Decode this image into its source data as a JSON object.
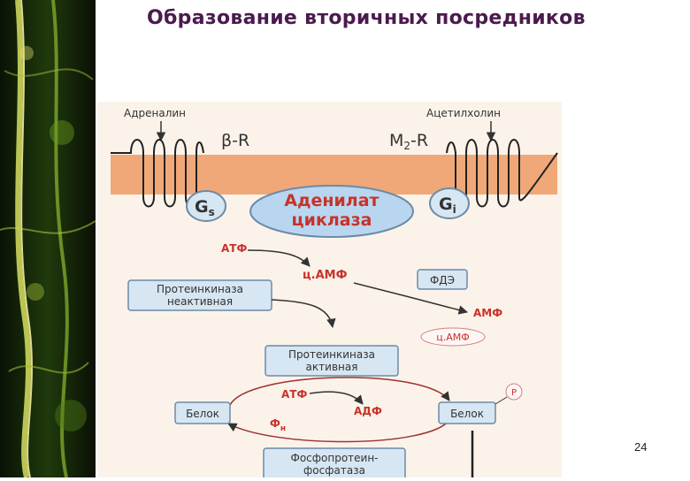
{
  "slide": {
    "title": "Образование вторичных посредников",
    "page_number": "24"
  },
  "diagram": {
    "ligand_left": "Адреналин",
    "ligand_right": "Ацетилхолин",
    "receptor_left": "β-R",
    "receptor_right_main": "M",
    "receptor_right_sub": "2",
    "receptor_right_tail": "-R",
    "g_left_main": "G",
    "g_left_sub": "s",
    "g_right_main": "G",
    "g_right_sub": "i",
    "enzyme_line1": "Аденилат",
    "enzyme_line2": "циклаза",
    "atp_top": "АТФ",
    "camp_main": "ц.АМФ",
    "pde": "ФДЭ",
    "amp": "АМФ",
    "pk_inactive_line1": "Протеинкиназа",
    "pk_inactive_line2": "неактивная",
    "camp_small": "ц.АМФ",
    "pk_active_line1": "Протеинкиназа",
    "pk_active_line2": "активная",
    "atp_cycle": "АТФ",
    "adp": "АДФ",
    "protein_left": "Белок",
    "protein_right": "Белок",
    "phosphate_badge": "P",
    "pi_main": "Ф",
    "pi_sub": "н",
    "phosphatase_line1": "Фосфопротеин-",
    "phosphatase_line2": "фосфатаза"
  },
  "colors": {
    "title": "#4b1a4f",
    "membrane": "#f0a878",
    "diagram_bg": "#fbf3ea",
    "box_fill": "#d6e6f2",
    "box_stroke": "#6c8aa8",
    "enzyme_fill": "#b8d6f0",
    "enzyme_text": "#c8322a",
    "red_text": "#c8322a"
  }
}
